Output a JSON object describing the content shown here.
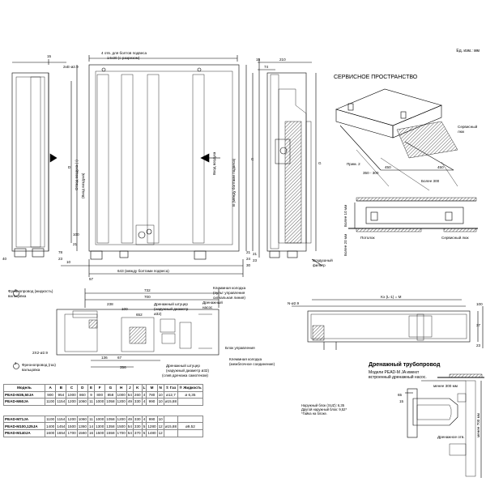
{
  "header": {
    "units": "Ед. изм.: мм"
  },
  "front_view": {
    "dim_15": "15",
    "dim_2xE": "2xE-ø2.9",
    "holes_note_1": "4 отв. для болтов подвеса",
    "holes_note_2": "14x30 (с разрезом)",
    "intake_left_1": "(Вход воздуха)",
    "intake_left_2": "Отвод воздуха (↑)",
    "intake_right": "Вход воздуха",
    "b_label": "B (между болтами подвеса)",
    "d_label": "D",
    "c_label": "C",
    "bolt_pitch": "643 (между болтами подвеса)",
    "dim_40": "40",
    "dim_23": "23",
    "dim_100": "100",
    "dim_21": "21",
    "dim_78": "78",
    "dim_57": "57",
    "dim_10": "10",
    "dim_24": "24",
    "dim_21b": "21",
    "dim_30": "30"
  },
  "side_view": {
    "dim_15": "15",
    "dim_210": "210",
    "dim_74": "74",
    "dim_G": "G",
    "dim_21": "21",
    "dim_23": "23",
    "filter_1": "Воздушный",
    "filter_2": "фильтр"
  },
  "service_space": {
    "title": "СЕРВИСНОЕ ПРОСТРАНСТВО",
    "hatch_label_1": "Сервисный",
    "hatch_label_2": "люк",
    "note": "Прим. 2",
    "dim_a": "350 - 300",
    "dim_b": "450",
    "dim_c": "450",
    "dim_d": "Более 300",
    "ceiling": "Потолок",
    "hatch2": "Сервисный люк",
    "more10": "Более 10 мм",
    "more20": "Более 20 мм"
  },
  "bottom_view": {
    "pipe_liquid_1": "Фреонопровод (жидкость)",
    "pipe_liquid_2": "вальцовка",
    "pipe_gas_1": "Фреонопровод (газ)",
    "pipe_gas_2": "вальцовка",
    "drain_1": "Дренажный штуцер",
    "drain_2": "(наружный диаметр",
    "drain_3": "ø32)",
    "drain_pump_1": "Дренажный",
    "drain_pump_2": "насос",
    "term_1": "Клеммная колодка",
    "term_2": "(пульт управления",
    "term_3": "сигнальная линия)",
    "ctrl_box": "Блок управления",
    "term2_1": "Клеммная колодка",
    "term2_2": "(межблочное соединение)",
    "drain_out_1": "Дренажный штуцер",
    "drain_out_2": "(наружный диаметр ø32)",
    "drain_out_3": "(слив дренажа самотеком)",
    "dim_732": "732",
    "dim_700": "700",
    "dim_238": "238",
    "dim_100": "100",
    "dim_652": "652",
    "dim_136": "136",
    "dim_67": "67",
    "dim_356": "356",
    "dim_2x2": "2X2-ø2.9",
    "dim_1": "1",
    "dim_2": "2"
  },
  "top_right_view": {
    "dim_N": "N-ø2.9",
    "dim_K": "Kx (L-1) = M",
    "dim_100": "100",
    "dim_37": "37",
    "dim_23": "23"
  },
  "drain_pipe": {
    "title": "Дренажный трубопровод",
    "note_1": "Модели PEAD-M JA имеют",
    "note_2": "встроенный дренажный насос.",
    "dim_300": "менее 300 мм",
    "dim_700": "менее 700 мм",
    "dim_65": "65",
    "dim_15": "15",
    "drain_hole": "Дренажное отв."
  },
  "spec_table": {
    "headers": [
      "Модель",
      "A",
      "B",
      "C",
      "D",
      "E",
      "F",
      "G",
      "H",
      "J",
      "K",
      "L",
      "M",
      "N",
      "① Газ",
      "② Жидкость"
    ],
    "rows": [
      [
        "PEAD-M35,50JA",
        "900",
        "954",
        "1000",
        "860",
        "9",
        "800",
        "858",
        "1000",
        "54",
        "260",
        "4",
        "780",
        "10",
        "ø12,7",
        "ø 6,35"
      ],
      [
        "PEAD-M60JA",
        "1100",
        "1154",
        "1200",
        "1060",
        "11",
        "1000",
        "1058",
        "1200",
        "49",
        "330",
        "4",
        "990",
        "10",
        "ø15,88",
        ""
      ],
      [
        "PEAD-M71JA",
        "1100",
        "1154",
        "1200",
        "1060",
        "11",
        "1000",
        "1058",
        "1200",
        "49",
        "330",
        "4",
        "990",
        "10",
        "",
        ""
      ],
      [
        "PEAD-M100,125JA",
        "1400",
        "1454",
        "1500",
        "1360",
        "14",
        "1300",
        "1358",
        "1500",
        "54",
        "330",
        "5",
        "1280",
        "12",
        "ø15,88",
        "ø9,52"
      ],
      [
        "PEAD-M140JA",
        "1600",
        "1654",
        "1700",
        "1560",
        "16",
        "1500",
        "1558",
        "1700",
        "54",
        "370",
        "5",
        "1480",
        "12",
        "",
        ""
      ]
    ],
    "footnote_1": "Наружный блок (SUZ): 6,35",
    "footnote_2": "Другой наружный блок: 9,52*",
    "footnote_3": "*Гайка на блоке."
  }
}
